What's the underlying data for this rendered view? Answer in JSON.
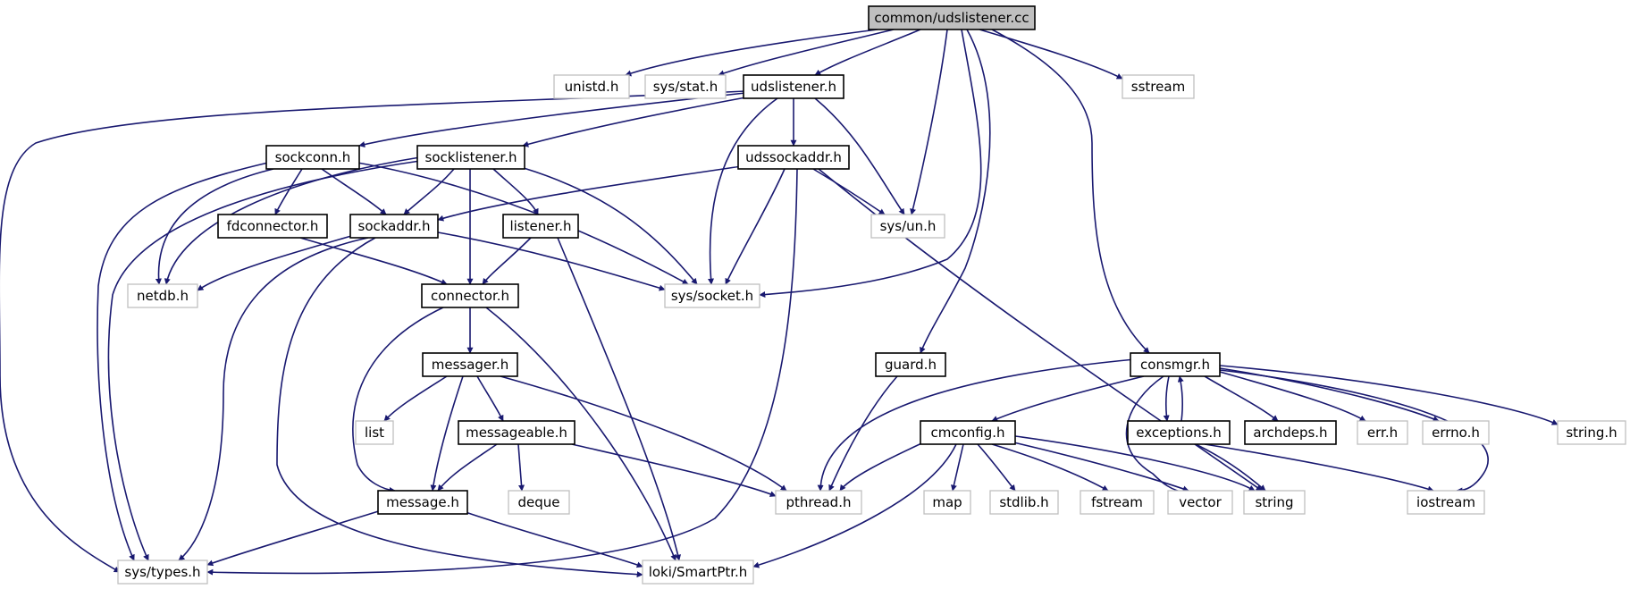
{
  "colors": {
    "edge": "#191970",
    "root_fill": "#bfbfbf",
    "root_border": "#000000",
    "project_border": "#000000",
    "external_border": "#bfbfbf",
    "background": "#ffffff"
  },
  "nodes": {
    "root": "common/udslistener.cc",
    "unistd": "unistd.h",
    "sysstat": "sys/stat.h",
    "udslistener": "udslistener.h",
    "sstream": "sstream",
    "sockconn": "sockconn.h",
    "socklistener": "socklistener.h",
    "udssockaddr": "udssockaddr.h",
    "fdconnector": "fdconnector.h",
    "sockaddr": "sockaddr.h",
    "listener": "listener.h",
    "sysun": "sys/un.h",
    "netdb": "netdb.h",
    "connector": "connector.h",
    "syssocket": "sys/socket.h",
    "messager": "messager.h",
    "guard": "guard.h",
    "consmgr": "consmgr.h",
    "list": "list",
    "messageable": "messageable.h",
    "cmconfig": "cmconfig.h",
    "exceptions": "exceptions.h",
    "archdeps": "archdeps.h",
    "err": "err.h",
    "errno": "errno.h",
    "stringh": "string.h",
    "deque": "deque",
    "message": "message.h",
    "pthread": "pthread.h",
    "map": "map",
    "stdlib": "stdlib.h",
    "fstream": "fstream",
    "vector": "vector",
    "string": "string",
    "iostream": "iostream",
    "systypes": "sys/types.h",
    "lokismartptr": "loki/SmartPtr.h"
  }
}
